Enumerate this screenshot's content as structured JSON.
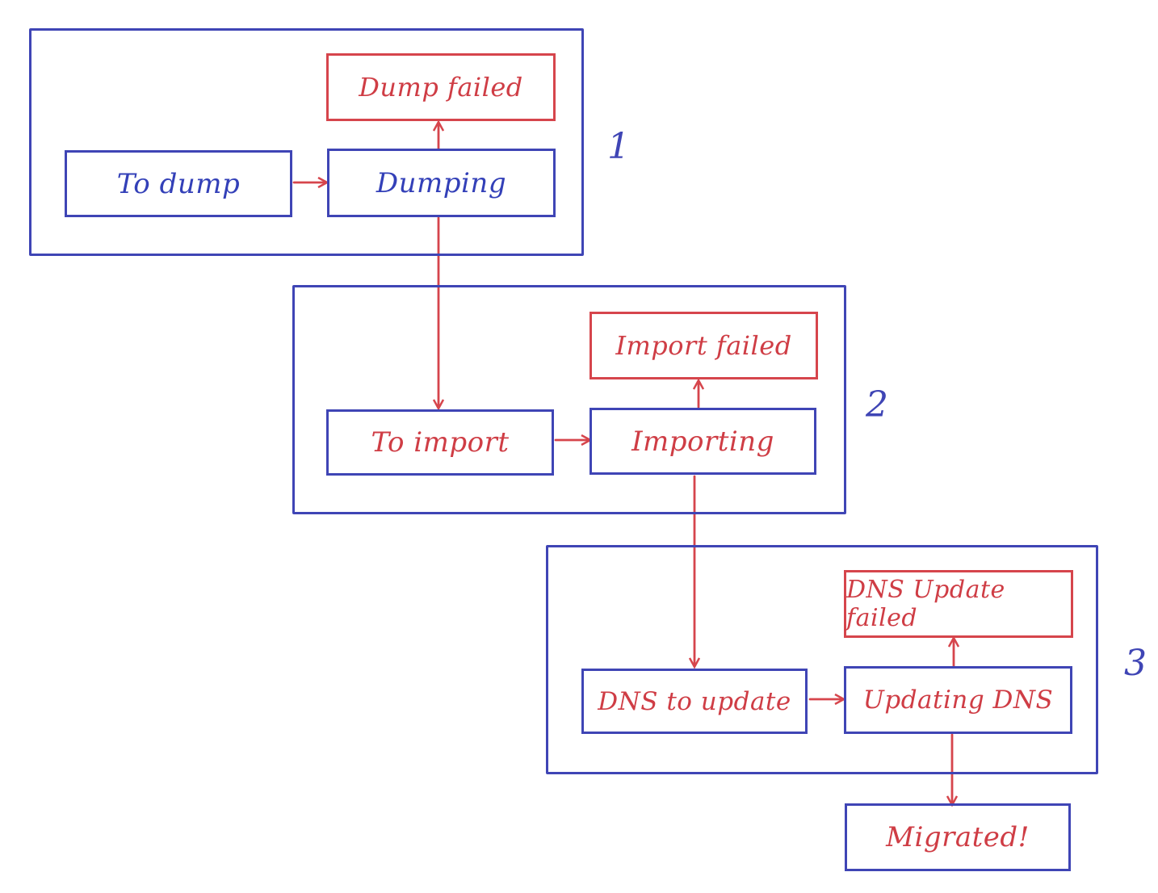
{
  "colors": {
    "blue": "#3f45b5",
    "red": "#d6454c"
  },
  "groups": [
    {
      "number": "1"
    },
    {
      "number": "2"
    },
    {
      "number": "3"
    }
  ],
  "nodes": {
    "to_dump": "To dump",
    "dumping": "Dumping",
    "dump_failed": "Dump failed",
    "to_import": "To import",
    "importing": "Importing",
    "import_failed": "Import failed",
    "dns_to_update": "DNS to update",
    "updating_dns": "Updating DNS",
    "dns_update_failed": "DNS Update failed",
    "migrated": "Migrated!"
  }
}
